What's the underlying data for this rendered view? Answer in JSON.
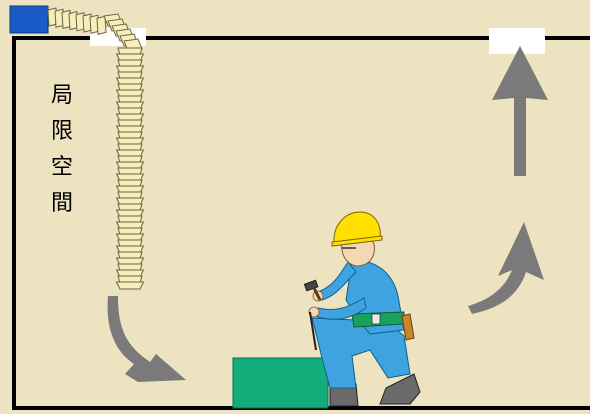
{
  "label": {
    "chars": [
      "局",
      "限",
      "空",
      "間"
    ]
  },
  "colors": {
    "background": "#ede3c0",
    "wall": "#000000",
    "duct": "#f7eebd",
    "duct_stroke": "#6b6440",
    "fan": "#1a5bc7",
    "vent": "#ffffff",
    "arrow": "#7a7a7a",
    "box": "#12ad7a",
    "worker_clothes": "#3fa3df",
    "helmet": "#ffe000",
    "belt": "#1aa15d",
    "skin": "#f3d8b3"
  },
  "icons": [
    "ventilation-fan-icon",
    "flexible-duct-icon",
    "airflow-arrow-icon",
    "worker-figure-icon",
    "tool-hammer-icon"
  ]
}
